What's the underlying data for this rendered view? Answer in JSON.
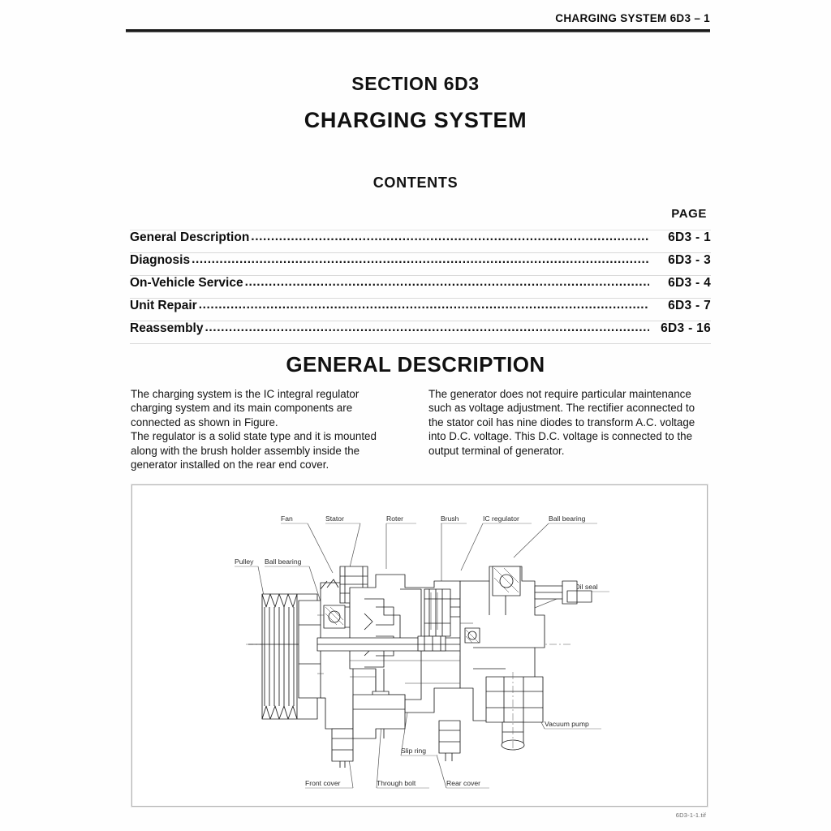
{
  "header": {
    "running_head": "CHARGING SYSTEM  6D3 – 1"
  },
  "title": {
    "section_number": "SECTION 6D3",
    "section_name": "CHARGING SYSTEM"
  },
  "contents": {
    "heading": "CONTENTS",
    "page_column_heading": "PAGE",
    "dots": "..........................................................................................................................................................",
    "entries": [
      {
        "label": "General Description",
        "page": "6D3 -  1"
      },
      {
        "label": "Diagnosis",
        "page": "6D3 -  3"
      },
      {
        "label": "On-Vehicle Service",
        "page": "6D3 -  4"
      },
      {
        "label": "Unit Repair",
        "page": "6D3 -  7"
      },
      {
        "label": "Reassembly",
        "page": "6D3 - 16"
      }
    ]
  },
  "general_description": {
    "heading": "GENERAL DESCRIPTION",
    "left_column": [
      "The charging system is the IC integral regulator charging system and its main components are connected as shown in Figure.",
      "The regulator is a solid state type and it is mounted along with the brush holder assembly inside the generator installed on the rear end cover."
    ],
    "right_column": [
      "The generator does not require particular maintenance such as voltage adjustment.  The rectifier aconnected to the stator coil has nine diodes to transform A.C. voltage into D.C. voltage.  This D.C. voltage is connected to the output terminal of generator."
    ]
  },
  "figure": {
    "figure_id": "6D3-1-1.tif",
    "callouts": {
      "fan": "Fan",
      "stator": "Stator",
      "roter": "Roter",
      "brush": "Brush",
      "ic_regulator": "IC regulator",
      "ball_bearing_top": "Ball bearing",
      "pulley": "Pulley",
      "ball_bearing_left": "Ball bearing",
      "oil_seal": "Oil seal",
      "vacuum_pump": "Vacuum pump",
      "slip_ring": "Slip ring",
      "front_cover": "Front cover",
      "through_bolt": "Through bolt",
      "rear_cover": "Rear cover"
    }
  },
  "colors": {
    "ink": "#111111",
    "rule": "#1a1a1a",
    "figure_border": "#b4b4b4"
  }
}
